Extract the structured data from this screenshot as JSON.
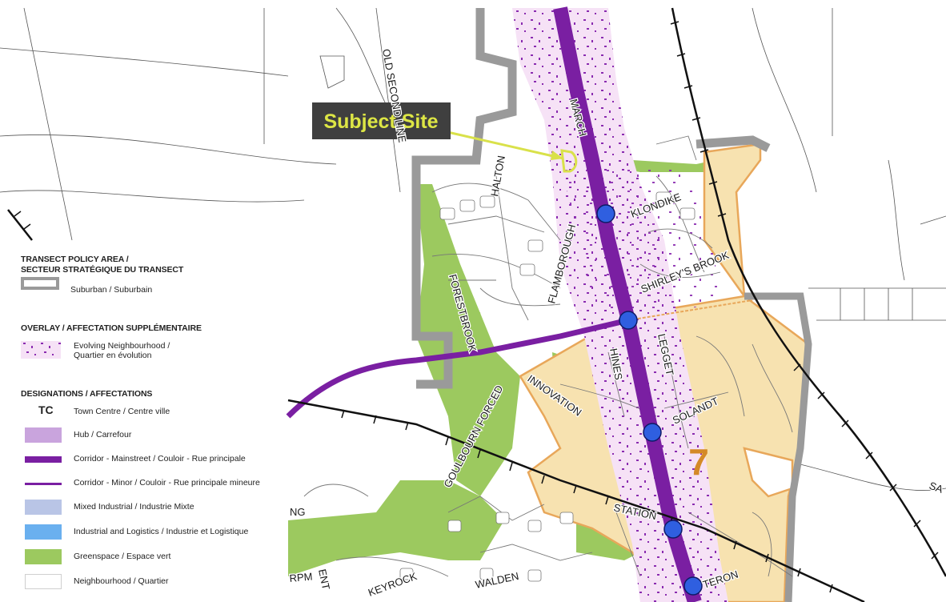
{
  "map": {
    "callout": "Subject Site",
    "area_number": "7",
    "streets": {
      "march": "MARCH",
      "old_second": "OLD SECOND LINE",
      "halton": "HALTON",
      "klondike": "KLONDIKE",
      "flamborough": "FLAMBOROUGH",
      "shirleys_brook": "SHIRLEY'S BROOK",
      "forestbrook": "FORESTBROOK",
      "hines": "HINES",
      "legget": "LEGGET",
      "innovation": "INNOVATION",
      "solandt": "SOLANDT",
      "goulbourn_forced": "GOULBOURN FORCED",
      "station": "STATION",
      "teron": "TERON",
      "walden": "WALDEN",
      "keyrock": "KEYROCK",
      "rpm": "RPM",
      "ent": "ENT",
      "ng": "NG",
      "sa": "SA"
    },
    "colors": {
      "corridor": "#7a1fa2",
      "evolving": "#f3dcf3",
      "greenspace": "#9cc95f",
      "towncentre": "#f7e2b0",
      "towncentre_border": "#e8a75a",
      "suburban": "#9a9a9a",
      "station": "#2f5fe0",
      "callout": "#dde645"
    }
  },
  "legend": {
    "transect_title_1": "TRANSECT POLICY AREA /",
    "transect_title_2": "SECTEUR STRATÉGIQUE DU TRANSECT",
    "suburban": "Suburban / Suburbain",
    "overlay_title": "OVERLAY / AFFECTATION SUPPLÉMENTAIRE",
    "evolving_1": "Evolving Neighbourhood /",
    "evolving_2": "Quartier en évolution",
    "designations_title": "DESIGNATIONS / AFFECTATIONS",
    "tc_code": "TC",
    "town_centre": "Town Centre / Centre ville",
    "hub": "Hub / Carrefour",
    "corridor_main": "Corridor - Mainstreet / Couloir - Rue principale",
    "corridor_minor": "Corridor - Minor / Couloir - Rue principale mineure",
    "mixed_industrial": "Mixed Industrial / Industrie Mixte",
    "industrial_logistics": "Industrial and Logistics / Industrie et Logistique",
    "greenspace": "Greenspace / Espace vert",
    "neighbourhood": "Neighbourhood / Quartier"
  }
}
